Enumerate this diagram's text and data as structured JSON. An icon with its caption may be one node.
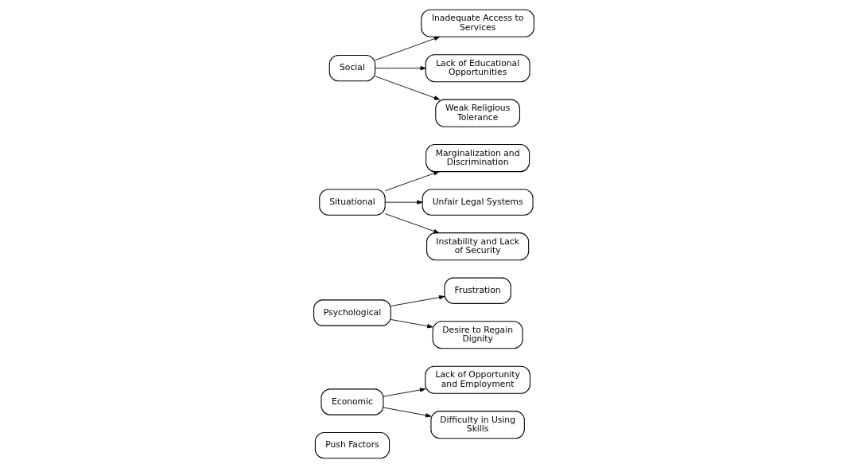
{
  "diagram": {
    "nodes": [
      {
        "text": [
          "Push Factors"
        ]
      },
      {
        "text": [
          "Economic"
        ]
      },
      {
        "text": [
          "Lack of Opportunity and Employment"
        ]
      },
      {
        "text": [
          "Difficulty in Using Skills"
        ]
      },
      {
        "text": [
          "Psychological"
        ]
      },
      {
        "text": [
          "Frustration"
        ]
      },
      {
        "text": [
          "Desire to Regain Dignity"
        ]
      },
      {
        "text": [
          "Situational"
        ]
      },
      {
        "text": [
          "Marginalization and Discrimination"
        ]
      },
      {
        "text": [
          "Unfair Legal Systems"
        ]
      },
      {
        "text": [
          "Instability and Lack of Security"
        ]
      },
      {
        "text": [
          "Social"
        ]
      },
      {
        "text": [
          "Inadequate Access to Services"
        ]
      },
      {
        "text": [
          "Lack of Educational Opportunities"
        ]
      },
      {
        "text": [
          "Weak Religious Tolerance"
        ]
      }
    ],
    "edges": [
      {
        "from": 1,
        "to": 2,
        "arrow": "to"
      },
      {
        "from": 1,
        "to": 3,
        "arrow": "to"
      },
      {
        "from": 4,
        "to": 5,
        "arrow": "to"
      },
      {
        "from": 4,
        "to": 6,
        "arrow": "to"
      },
      {
        "from": 7,
        "to": 8,
        "arrow": "to"
      },
      {
        "from": 7,
        "to": 9,
        "arrow": "to"
      },
      {
        "from": 7,
        "to": 10,
        "arrow": "to"
      },
      {
        "from": 11,
        "to": 12,
        "arrow": "to"
      },
      {
        "from": 11,
        "to": 13,
        "arrow": "to"
      },
      {
        "from": 11,
        "to": 14,
        "arrow": "to"
      }
    ]
  }
}
